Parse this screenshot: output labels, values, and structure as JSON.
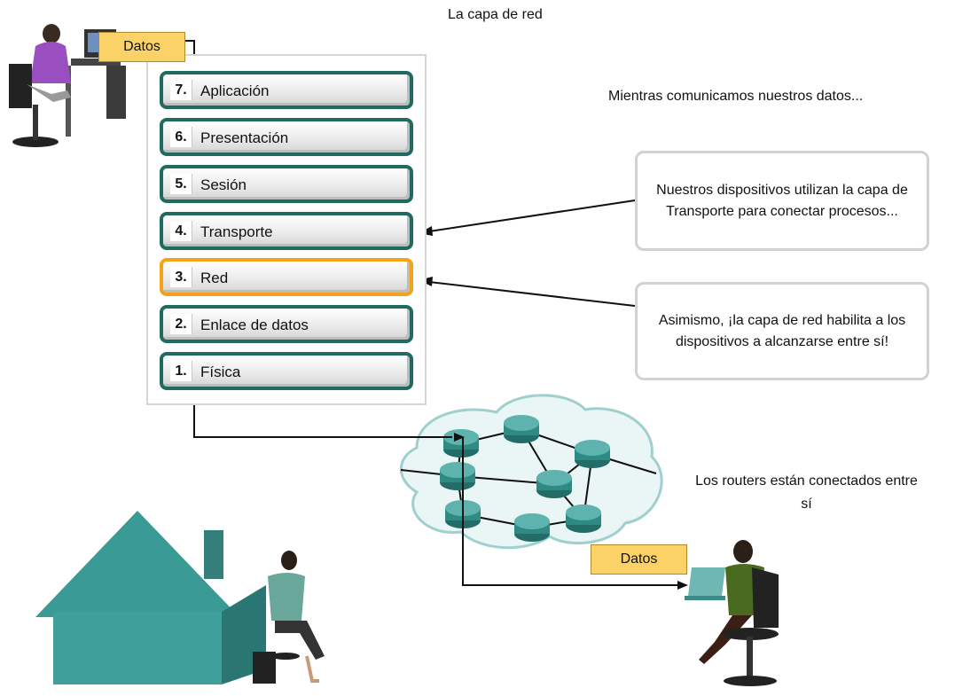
{
  "title": "La capa de red",
  "osi_layers": [
    {
      "num": "7.",
      "name": "Aplicación"
    },
    {
      "num": "6.",
      "name": "Presentación"
    },
    {
      "num": "5.",
      "name": "Sesión"
    },
    {
      "num": "4.",
      "name": "Transporte"
    },
    {
      "num": "3.",
      "name": "Red"
    },
    {
      "num": "2.",
      "name": "Enlace de datos"
    },
    {
      "num": "1.",
      "name": "Física"
    }
  ],
  "highlighted_layer": "3.",
  "data_label_sender": "Datos",
  "data_label_receiver": "Datos",
  "intro_text": "Mientras comunicamos nuestros datos...",
  "callout_transport": "Nuestros dispositivos utilizan la capa de Transporte para conectar procesos...",
  "callout_network": "Asimismo, ¡la capa de red habilita a los dispositivos a alcanzarse entre sí!",
  "routers_note_line1": "Los routers están conectados entre",
  "routers_note_line2": "sí",
  "colors": {
    "layer_border": "#1f6b60",
    "highlight_border": "#f5a21a",
    "data_label": "#fbd267",
    "house": "#3a9a96",
    "router": "#2f8a84",
    "cloud": "#eaf6f5"
  }
}
